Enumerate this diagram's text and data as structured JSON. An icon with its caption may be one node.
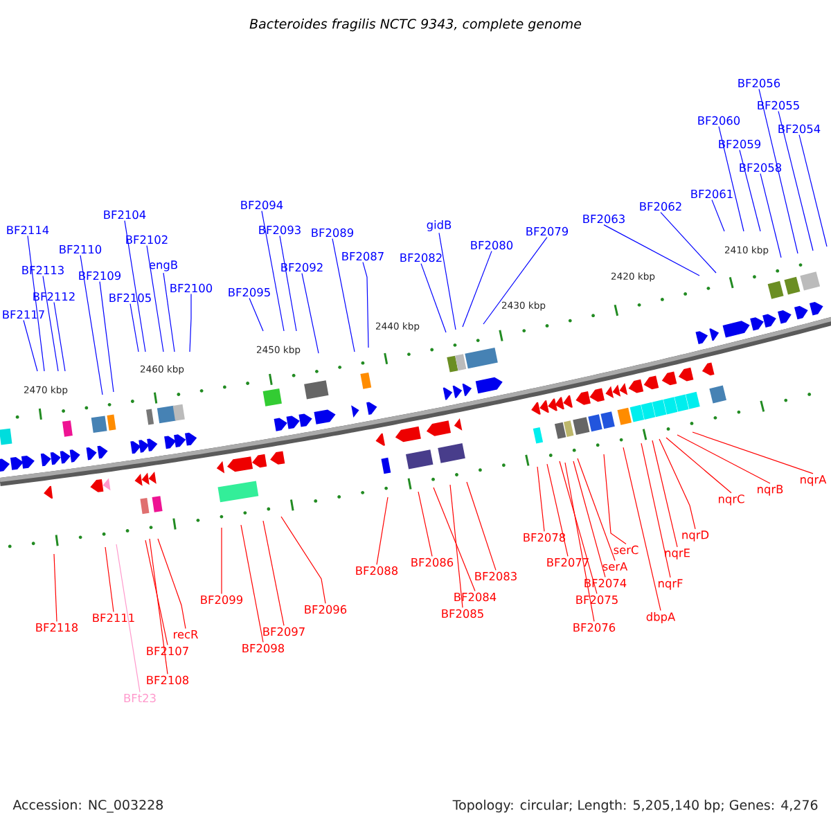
{
  "diagram": {
    "title": "Bacteroides fragilis NCTC 9343, complete genome",
    "nodes": [
      {
        "text": [
          "BF2114"
        ]
      },
      {
        "text": [
          "BF2113"
        ]
      },
      {
        "text": [
          "BF2112"
        ]
      },
      {
        "text": [
          "BF2117"
        ]
      },
      {
        "text": [
          "BF2110"
        ]
      },
      {
        "text": [
          "BF2109"
        ]
      },
      {
        "text": [
          "BF2104"
        ]
      },
      {
        "text": [
          "BF2102"
        ]
      },
      {
        "text": [
          "BF2105"
        ]
      },
      {
        "text": [
          "engB"
        ]
      },
      {
        "text": [
          "BF2100"
        ]
      },
      {
        "text": [
          "BF2094"
        ]
      },
      {
        "text": [
          "BF2093"
        ]
      },
      {
        "text": [
          "BF2092"
        ]
      },
      {
        "text": [
          "BF2095"
        ]
      },
      {
        "text": [
          "BF2089"
        ]
      },
      {
        "text": [
          "BF2087"
        ]
      },
      {
        "text": [
          "BF2082"
        ]
      },
      {
        "text": [
          "gidB"
        ]
      },
      {
        "text": [
          "BF2080"
        ]
      },
      {
        "text": [
          "BF2079"
        ]
      },
      {
        "text": [
          "BF2063"
        ]
      },
      {
        "text": [
          "BF2062"
        ]
      },
      {
        "text": [
          "BF2061"
        ]
      },
      {
        "text": [
          "BF2060"
        ]
      },
      {
        "text": [
          "BF2059"
        ]
      },
      {
        "text": [
          "BF2058"
        ]
      },
      {
        "text": [
          "BF2056"
        ]
      },
      {
        "text": [
          "BF2055"
        ]
      },
      {
        "text": [
          "BF2054"
        ]
      },
      {
        "text": [
          "BF2118"
        ]
      },
      {
        "text": [
          "BF2111"
        ]
      },
      {
        "text": [
          "BFt23"
        ]
      },
      {
        "text": [
          "BF2107"
        ]
      },
      {
        "text": [
          "BF2108"
        ]
      },
      {
        "text": [
          "recR"
        ]
      },
      {
        "text": [
          "BF2099"
        ]
      },
      {
        "text": [
          "BF2098"
        ]
      },
      {
        "text": [
          "BF2097"
        ]
      },
      {
        "text": [
          "BF2096"
        ]
      },
      {
        "text": [
          "BF2088"
        ]
      },
      {
        "text": [
          "BF2086"
        ]
      },
      {
        "text": [
          "BF2084"
        ]
      },
      {
        "text": [
          "BF2085"
        ]
      },
      {
        "text": [
          "BF2083"
        ]
      },
      {
        "text": [
          "BF2078"
        ]
      },
      {
        "text": [
          "BF2077"
        ]
      },
      {
        "text": [
          "BF2074"
        ]
      },
      {
        "text": [
          "BF2075"
        ]
      },
      {
        "text": [
          "BF2076"
        ]
      },
      {
        "text": [
          "serA"
        ]
      },
      {
        "text": [
          "serC"
        ]
      },
      {
        "text": [
          "dbpA"
        ]
      },
      {
        "text": [
          "nqrF"
        ]
      },
      {
        "text": [
          "nqrE"
        ]
      },
      {
        "text": [
          "nqrD"
        ]
      },
      {
        "text": [
          "nqrC"
        ]
      },
      {
        "text": [
          "nqrB"
        ]
      },
      {
        "text": [
          "nqrA"
        ]
      }
    ],
    "edges": [
      {
        "from": 0,
        "to": null,
        "arrow": "none",
        "color": "#0000ff"
      },
      {
        "from": 1,
        "to": null,
        "arrow": "none",
        "color": "#0000ff"
      },
      {
        "from": 2,
        "to": null,
        "arrow": "none",
        "color": "#0000ff"
      },
      {
        "from": 3,
        "to": null,
        "arrow": "none",
        "color": "#0000ff"
      },
      {
        "from": 4,
        "to": null,
        "arrow": "none",
        "color": "#0000ff"
      },
      {
        "from": 5,
        "to": null,
        "arrow": "none",
        "color": "#0000ff"
      },
      {
        "from": 6,
        "to": null,
        "arrow": "none",
        "color": "#0000ff"
      },
      {
        "from": 7,
        "to": null,
        "arrow": "none",
        "color": "#0000ff"
      },
      {
        "from": 8,
        "to": null,
        "arrow": "none",
        "color": "#0000ff"
      },
      {
        "from": 9,
        "to": null,
        "arrow": "none",
        "color": "#0000ff"
      },
      {
        "from": 10,
        "to": null,
        "arrow": "none",
        "color": "#0000ff"
      },
      {
        "from": 11,
        "to": null,
        "arrow": "none",
        "color": "#0000ff"
      },
      {
        "from": 12,
        "to": null,
        "arrow": "none",
        "color": "#0000ff"
      },
      {
        "from": 13,
        "to": null,
        "arrow": "none",
        "color": "#0000ff"
      },
      {
        "from": 14,
        "to": null,
        "arrow": "none",
        "color": "#0000ff"
      },
      {
        "from": 15,
        "to": null,
        "arrow": "none",
        "color": "#0000ff"
      },
      {
        "from": 16,
        "to": null,
        "arrow": "none",
        "color": "#0000ff"
      },
      {
        "from": 17,
        "to": null,
        "arrow": "none",
        "color": "#0000ff"
      },
      {
        "from": 18,
        "to": null,
        "arrow": "none",
        "color": "#0000ff"
      },
      {
        "from": 19,
        "to": null,
        "arrow": "none",
        "color": "#0000ff"
      },
      {
        "from": 20,
        "to": null,
        "arrow": "none",
        "color": "#0000ff"
      },
      {
        "from": 21,
        "to": null,
        "arrow": "none",
        "color": "#0000ff"
      },
      {
        "from": 22,
        "to": null,
        "arrow": "none",
        "color": "#0000ff"
      },
      {
        "from": 23,
        "to": null,
        "arrow": "none",
        "color": "#0000ff"
      },
      {
        "from": 24,
        "to": null,
        "arrow": "none",
        "color": "#0000ff"
      },
      {
        "from": 25,
        "to": null,
        "arrow": "none",
        "color": "#0000ff"
      },
      {
        "from": 26,
        "to": null,
        "arrow": "none",
        "color": "#0000ff"
      },
      {
        "from": 27,
        "to": null,
        "arrow": "none",
        "color": "#0000ff"
      },
      {
        "from": 28,
        "to": null,
        "arrow": "none",
        "color": "#0000ff"
      },
      {
        "from": 29,
        "to": null,
        "arrow": "none",
        "color": "#0000ff"
      },
      {
        "from": 30,
        "to": null,
        "arrow": "none",
        "color": "#ff0000"
      },
      {
        "from": 31,
        "to": null,
        "arrow": "none",
        "color": "#ff0000"
      },
      {
        "from": 32,
        "to": null,
        "arrow": "none",
        "color": "#ff99cc"
      },
      {
        "from": 33,
        "to": null,
        "arrow": "none",
        "color": "#ff0000"
      },
      {
        "from": 34,
        "to": null,
        "arrow": "none",
        "color": "#ff0000"
      },
      {
        "from": 35,
        "to": null,
        "arrow": "none",
        "color": "#ff0000"
      },
      {
        "from": 36,
        "to": null,
        "arrow": "none",
        "color": "#ff0000"
      },
      {
        "from": 37,
        "to": null,
        "arrow": "none",
        "color": "#ff0000"
      },
      {
        "from": 38,
        "to": null,
        "arrow": "none",
        "color": "#ff0000"
      },
      {
        "from": 39,
        "to": null,
        "arrow": "none",
        "color": "#ff0000"
      },
      {
        "from": 40,
        "to": null,
        "arrow": "none",
        "color": "#ff0000"
      },
      {
        "from": 41,
        "to": null,
        "arrow": "none",
        "color": "#ff0000"
      },
      {
        "from": 42,
        "to": null,
        "arrow": "none",
        "color": "#ff0000"
      },
      {
        "from": 43,
        "to": null,
        "arrow": "none",
        "color": "#ff0000"
      },
      {
        "from": 44,
        "to": null,
        "arrow": "none",
        "color": "#ff0000"
      },
      {
        "from": 45,
        "to": null,
        "arrow": "none",
        "color": "#ff0000"
      },
      {
        "from": 46,
        "to": null,
        "arrow": "none",
        "color": "#ff0000"
      },
      {
        "from": 47,
        "to": null,
        "arrow": "none",
        "color": "#ff0000"
      },
      {
        "from": 48,
        "to": null,
        "arrow": "none",
        "color": "#ff0000"
      },
      {
        "from": 49,
        "to": null,
        "arrow": "none",
        "color": "#ff0000"
      },
      {
        "from": 50,
        "to": null,
        "arrow": "none",
        "color": "#ff0000"
      },
      {
        "from": 51,
        "to": null,
        "arrow": "none",
        "color": "#ff0000"
      },
      {
        "from": 52,
        "to": null,
        "arrow": "none",
        "color": "#ff0000"
      },
      {
        "from": 53,
        "to": null,
        "arrow": "none",
        "color": "#ff0000"
      },
      {
        "from": 54,
        "to": null,
        "arrow": "none",
        "color": "#ff0000"
      },
      {
        "from": 55,
        "to": null,
        "arrow": "none",
        "color": "#ff0000"
      },
      {
        "from": 56,
        "to": null,
        "arrow": "none",
        "color": "#ff0000"
      },
      {
        "from": 57,
        "to": null,
        "arrow": "none",
        "color": "#ff0000"
      },
      {
        "from": 58,
        "to": null,
        "arrow": "none",
        "color": "#ff0000"
      }
    ],
    "labels": [
      "2470 kbp",
      "2460 kbp",
      "2450 kbp",
      "2440 kbp",
      "2430 kbp",
      "2420 kbp",
      "2410 kbp",
      "Accession: NC_003228",
      "Topology: circular; Length: 5,205,140 bp; Genes: 4,276"
    ]
  }
}
